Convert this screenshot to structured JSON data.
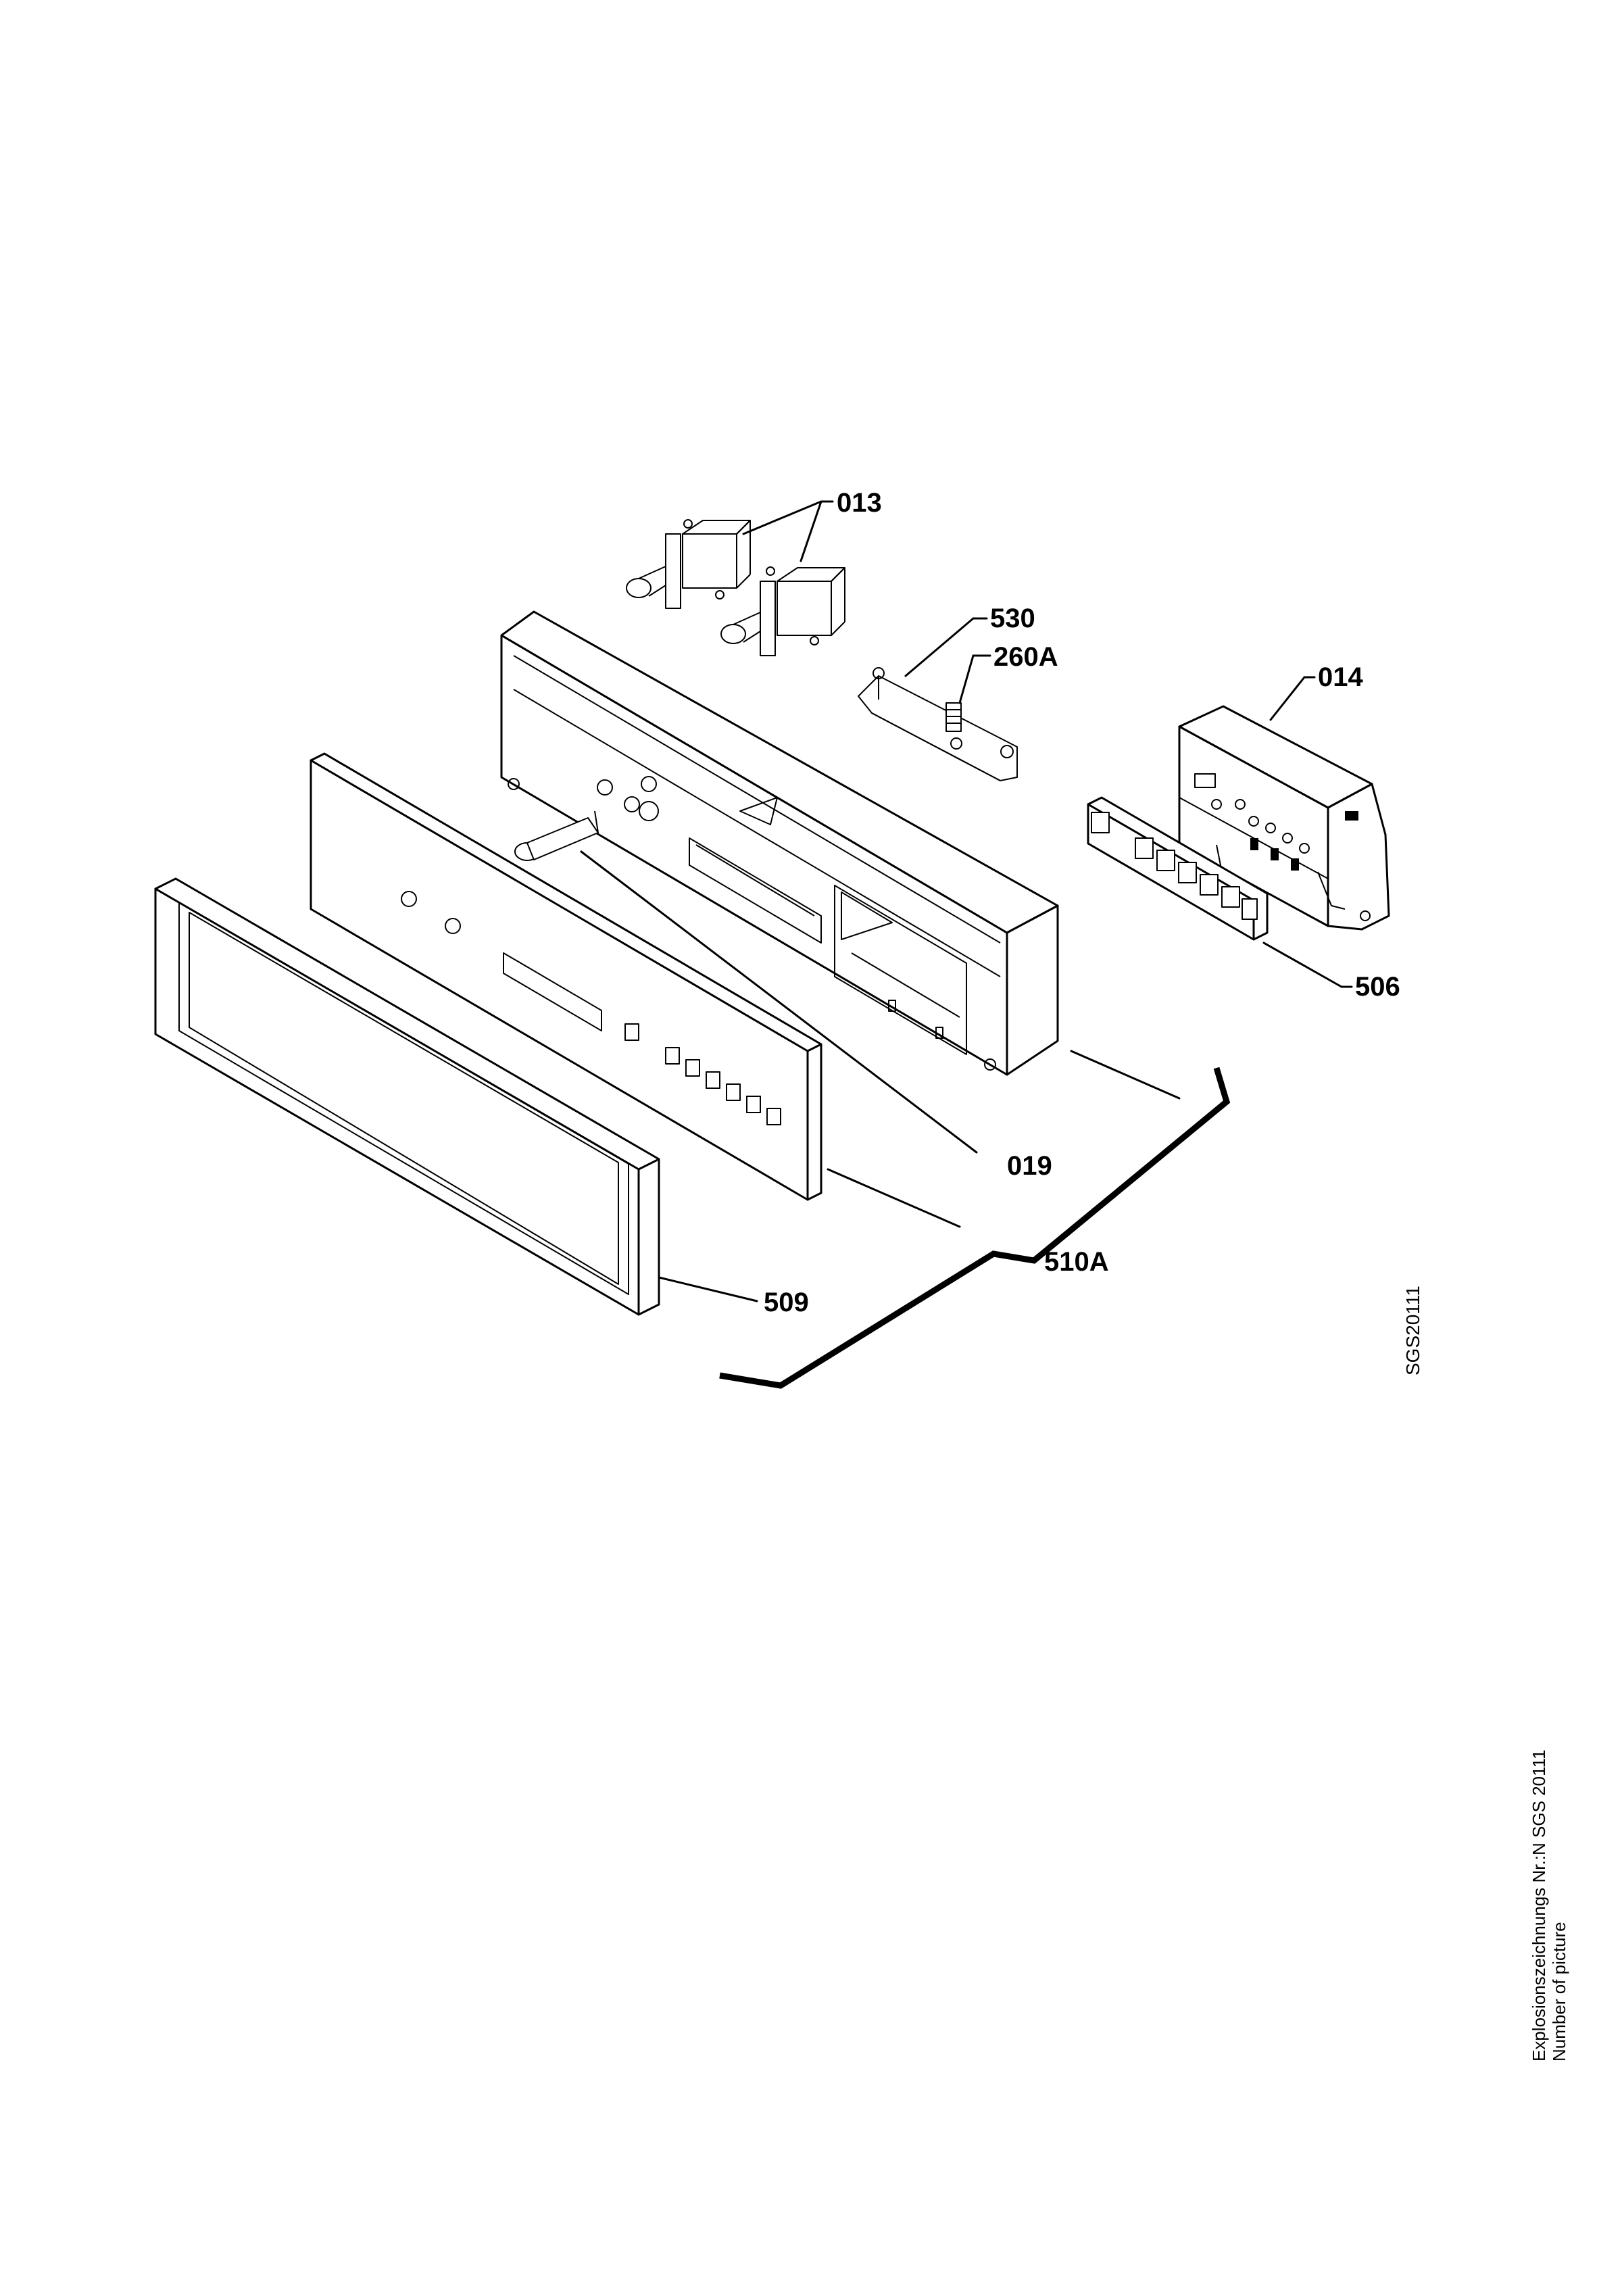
{
  "parts": {
    "p013": "013",
    "p530": "530",
    "p260A": "260A",
    "p014": "014",
    "p506": "506",
    "p019": "019",
    "p510A": "510A",
    "p509": "509"
  },
  "drawing_code": "SGS20111",
  "caption": {
    "line1": "Explosionszeichnungs Nr.:N SGS 20111",
    "line2": "Number of picture"
  }
}
